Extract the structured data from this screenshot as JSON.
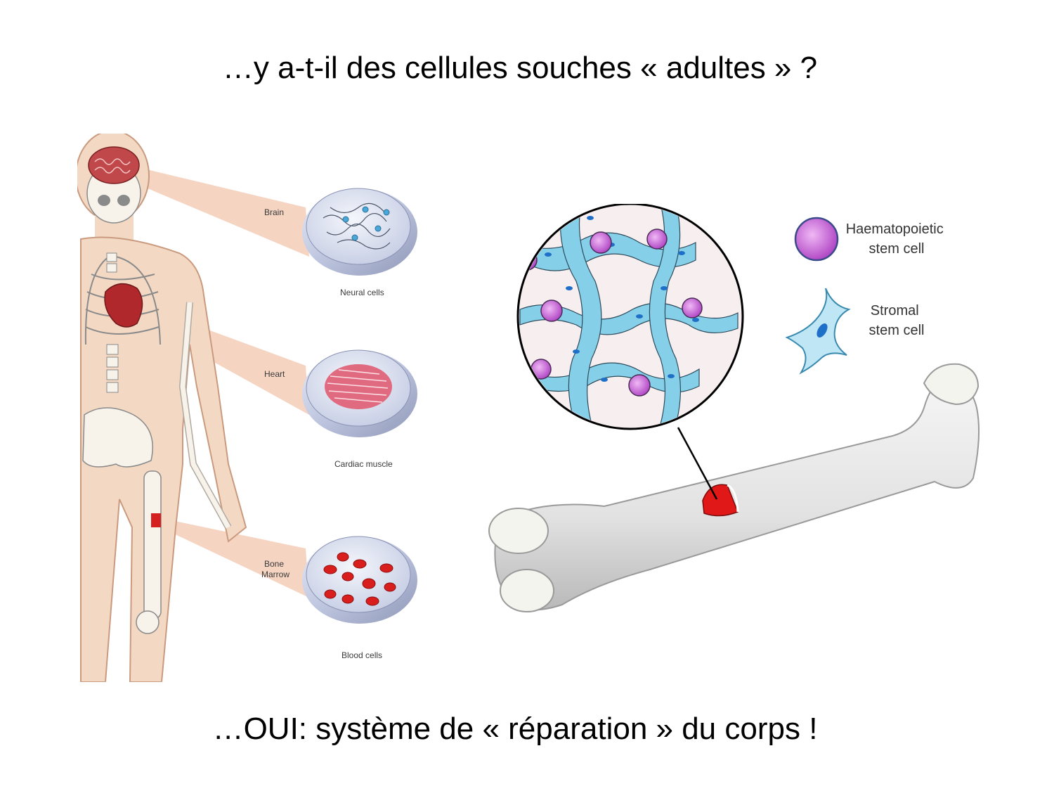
{
  "slide": {
    "title": "…y a-t-il des cellules souches « adultes » ?",
    "footer": "…OUI: système de « réparation » du corps !"
  },
  "body_figure": {
    "organs": [
      {
        "label": "Brain",
        "dish_caption": "Neural cells"
      },
      {
        "label": "Heart",
        "dish_caption": "Cardiac muscle"
      },
      {
        "label_lines": [
          "Bone",
          "Marrow"
        ],
        "dish_caption": "Blood cells"
      }
    ],
    "colors": {
      "skin": "#f3d9c4",
      "bone": "#f7f2ea",
      "brain": "#c0484a",
      "heart": "#b0282c",
      "marrow": "#d42020",
      "dish": "#b9c2dc"
    }
  },
  "bone_figure": {
    "legend": [
      {
        "lines": [
          "Haematopoietic",
          "stem cell"
        ],
        "icon": "haematopoietic-cell-icon",
        "color": "#c560d8"
      },
      {
        "lines": [
          "Stromal",
          "stem cell"
        ],
        "icon": "stromal-cell-icon",
        "color": "#a9dcef"
      }
    ],
    "colors": {
      "bone": "#e6e6e6",
      "marrow": "#e01818",
      "stroma": "#86cfe8",
      "nucleus": "#1e6fc8"
    }
  }
}
